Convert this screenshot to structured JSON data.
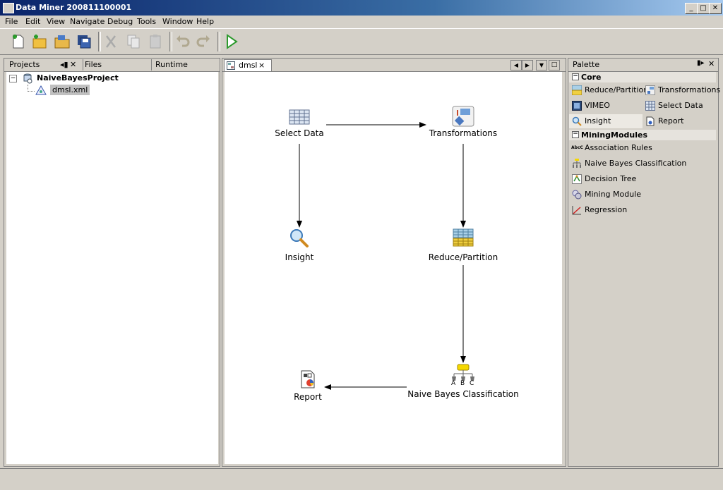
{
  "window": {
    "title": "Data Miner 200811100001",
    "minimize": "_",
    "maximize": "□",
    "close": "✕"
  },
  "menu": [
    "File",
    "Edit",
    "View",
    "Navigate",
    "Debug",
    "Tools",
    "Window",
    "Help"
  ],
  "left_panel": {
    "tabs": [
      "Projects",
      "Files",
      "Runtime"
    ],
    "tree": {
      "project": "NaiveBayesProject",
      "file": "dmsl.xml"
    }
  },
  "editor": {
    "tab": "dmsl",
    "nodes": {
      "select_data": "Select Data",
      "transformations": "Transformations",
      "insight": "Insight",
      "reduce_partition": "Reduce/Partition",
      "naive_bayes": "Naive Bayes Classification",
      "report": "Report"
    },
    "nb_leaves": [
      "A",
      "B",
      "C"
    ]
  },
  "palette": {
    "title": "Palette",
    "core_label": "Core",
    "core_items": [
      "Reduce/Partition",
      "Transformations",
      "VIMEO",
      "Select Data",
      "Insight",
      "Report"
    ],
    "mining_label": "MiningModules",
    "mining_items": [
      "Association Rules",
      "Naive Bayes Classification",
      "Decision Tree",
      "Mining Module",
      "Regression"
    ],
    "assoc_icon_text": "AbcC"
  },
  "colors": {
    "title_bar": "#0a246a",
    "accent": "#3a6ea5",
    "selection": "#c0c0c0",
    "arrow": "#000000"
  }
}
